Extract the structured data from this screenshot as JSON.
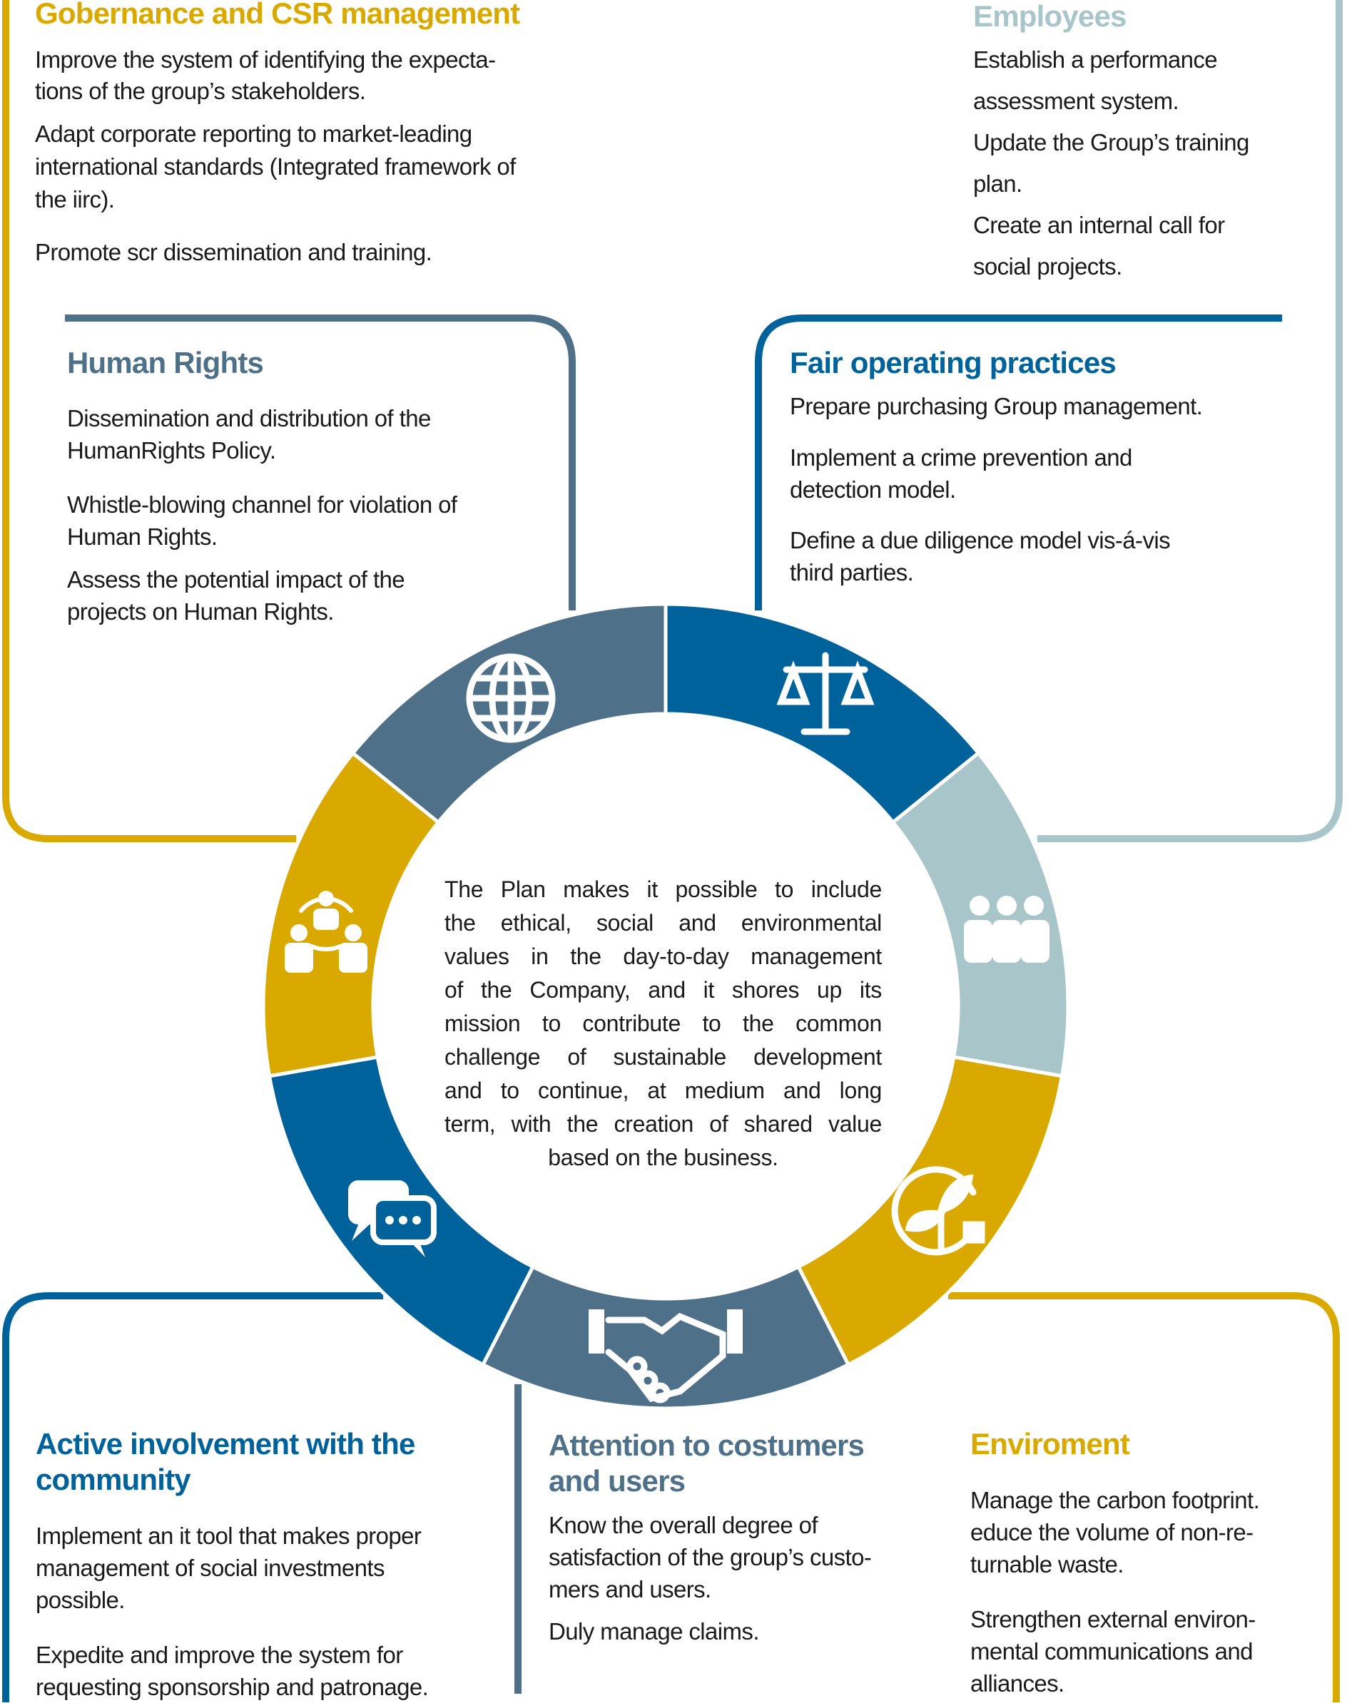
{
  "colors": {
    "yellow": "#d9a900",
    "slate": "#4e7189",
    "blue": "#00629b",
    "light": "#a8c5ca",
    "text": "#1a1a1a"
  },
  "governance": {
    "title": "Gobernance and CSR management",
    "items": [
      "Improve the system of identifying the expecta-\ntions of the group’s stakeholders.",
      "Adapt corporate reporting to market-leading\ninternational standards (Integrated framework of\nthe iirc).",
      "Promote scr dissemination and training."
    ]
  },
  "employees": {
    "title": "Employees",
    "items": [
      "Establish a performance\nassessment system.\nUpdate the Group’s training\nplan.\nCreate an internal call for\nsocial projects."
    ]
  },
  "human_rights": {
    "title": "Human Rights",
    "items": [
      "Dissemination and distribution of the\nHumanRights Policy.",
      "Whistle-blowing channel for violation of\nHuman Rights.",
      "Assess the potential impact of the\nprojects on Human Rights."
    ]
  },
  "fair": {
    "title": "Fair operating practices",
    "items": [
      "Prepare purchasing Group management.",
      "Implement a crime prevention and\ndetection model.",
      "Define a due diligence model vis-á-vis\nthird parties."
    ]
  },
  "community": {
    "title": "Active involvement with the\ncommunity",
    "items": [
      "Implement an it tool that makes proper\nmanagement of social investments\npossible.",
      "Expedite and improve the system for\nrequesting sponsorship and patronage."
    ]
  },
  "customers": {
    "title": "Attention to costumers\nand users",
    "items": [
      "Know the overall  degree of\nsatisfaction of the group’s custo-\nmers  and users.",
      "Duly manage claims."
    ]
  },
  "environment": {
    "title": "Enviroment",
    "items": [
      "Manage the carbon footprint.\neduce the volume of non-re-\nturnable waste.",
      "Strengthen external environ-\nmental communications and\nalliances."
    ]
  },
  "center_text": [
    "The Plan makes it possible to include",
    "the ethical, social and environmental",
    "values in the day-to-day management",
    "of the Company, and it shores up its",
    "mission to contribute to the common",
    "challenge of sustainable development",
    "and to continue, at medium and long",
    "term, with the creation of shared value",
    "based on the business."
  ],
  "ring_segments": [
    {
      "name": "fair-operating-practices",
      "color": "blue",
      "icon": "scales-icon"
    },
    {
      "name": "employees",
      "color": "light",
      "icon": "people-icon"
    },
    {
      "name": "environment",
      "color": "yellow",
      "icon": "plant-plug-icon"
    },
    {
      "name": "customers",
      "color": "slate",
      "icon": "handshake-icon"
    },
    {
      "name": "community",
      "color": "blue",
      "icon": "chat-icon"
    },
    {
      "name": "governance",
      "color": "yellow",
      "icon": "team-circle-icon"
    },
    {
      "name": "human-rights",
      "color": "slate",
      "icon": "globe-icon"
    }
  ]
}
